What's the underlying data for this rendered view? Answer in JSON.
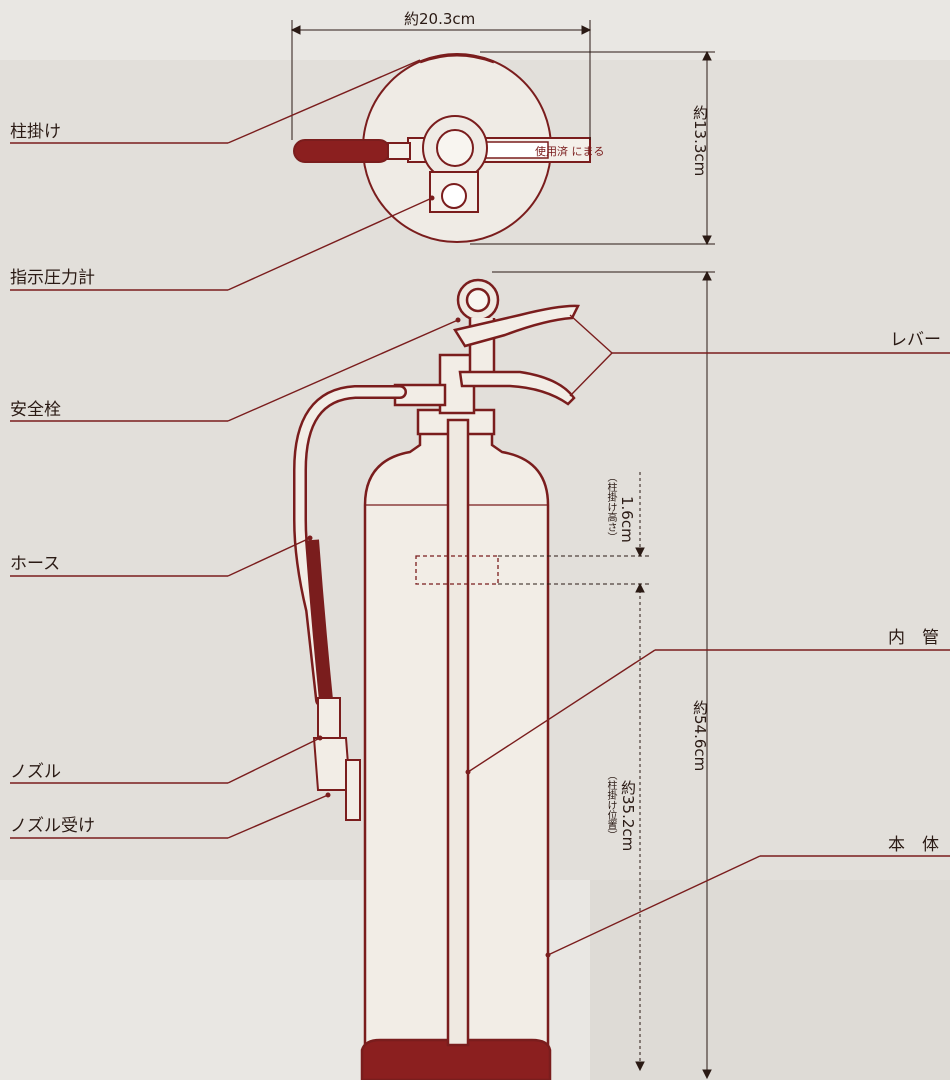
{
  "labels": {
    "pillar_hook": "柱掛け",
    "pressure_gauge": "指示圧力計",
    "safety_pin": "安全栓",
    "hose": "ホース",
    "nozzle": "ノズル",
    "nozzle_holder": "ノズル受け",
    "lever": "レバー",
    "inner_tube": "内　管",
    "body": "本　体"
  },
  "dimensions": {
    "width": "約20.3cm",
    "depth": "約13.3cm",
    "height": "約54.6cm",
    "hook_height_note": "（柱掛け高さ）",
    "hook_height": "1.6cm",
    "hook_position_note": "（柱掛け位置）",
    "hook_position": "約35.2cm"
  },
  "lid_text": "使用済 にまる",
  "colors": {
    "line": "#7a1d1d",
    "fill": "#f2ede6",
    "grip": "#8b1f1f",
    "background": "#e9e7e3"
  }
}
